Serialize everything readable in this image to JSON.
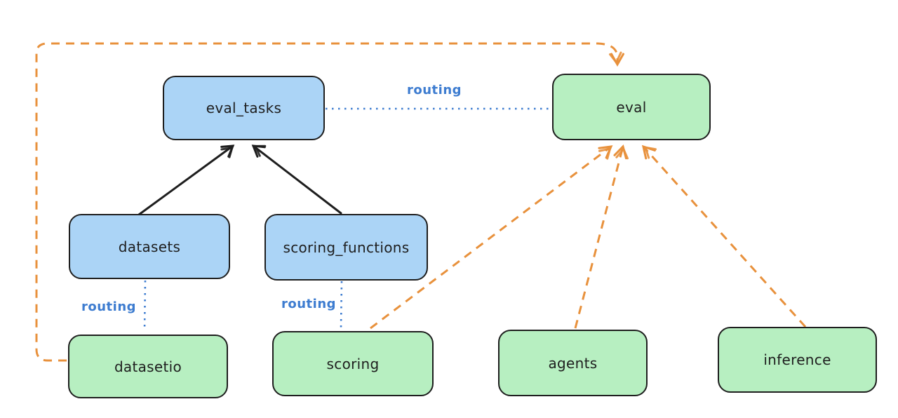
{
  "colors": {
    "canvas_background": "#ffffff",
    "node_stroke": "#1e1e1e",
    "api_node_fill": "#abd4f6",
    "provider_node_fill": "#b7efc1",
    "routing_color": "#3d7cd0",
    "dependency_arrow_color": "#e8913c",
    "solid_arrow_color": "#1e1e1e"
  },
  "nodes": {
    "eval_tasks": {
      "label": "eval_tasks",
      "kind": "api"
    },
    "eval": {
      "label": "eval",
      "kind": "provider"
    },
    "datasets": {
      "label": "datasets",
      "kind": "api"
    },
    "scoring_functions": {
      "label": "scoring_functions",
      "kind": "api"
    },
    "datasetio": {
      "label": "datasetio",
      "kind": "provider"
    },
    "scoring": {
      "label": "scoring",
      "kind": "provider"
    },
    "agents": {
      "label": "agents",
      "kind": "provider"
    },
    "inference": {
      "label": "inference",
      "kind": "provider"
    }
  },
  "edge_labels": {
    "eval_tasks_to_eval": "routing",
    "datasets_to_datasetio": "routing",
    "scoring_functions_to_scoring": "routing"
  }
}
